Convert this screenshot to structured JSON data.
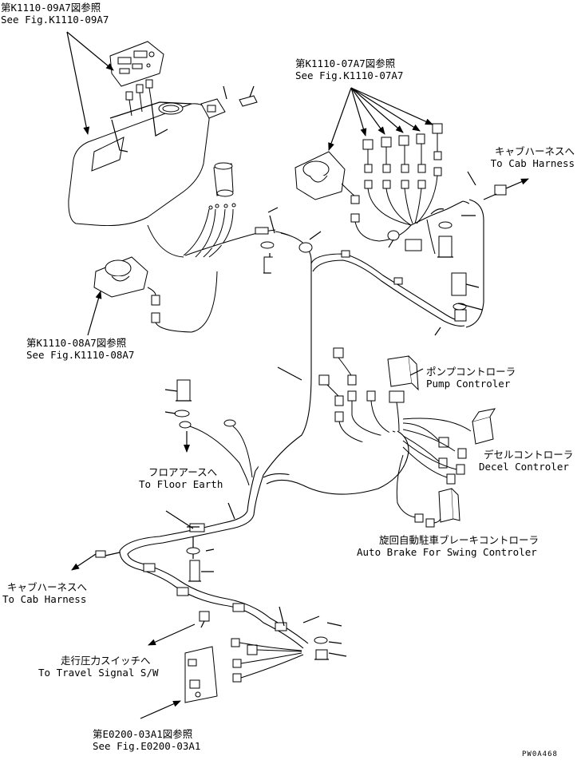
{
  "labels": {
    "fig_09a7_jp": "第K1110-09A7図参照",
    "fig_09a7_en": "See Fig.K1110-09A7",
    "fig_07a7_jp": "第K1110-07A7図参照",
    "fig_07a7_en": "See Fig.K1110-07A7",
    "cab_harness_top_jp": "キャブハーネスへ",
    "cab_harness_top_en": "To Cab Harness",
    "fig_08a7_jp": "第K1110-08A7図参照",
    "fig_08a7_en": "See Fig.K1110-08A7",
    "pump_jp": "ポンプコントローラ",
    "pump_en": "Pump Controler",
    "floor_jp": "フロアアースへ",
    "floor_en": "To Floor Earth",
    "decel_jp": "デセルコントローラ",
    "decel_en": "Decel Controler",
    "brake_jp": "旋回自動駐車ブレーキコントローラ",
    "brake_en": "Auto Brake For Swing Controler",
    "cab_harness_left_jp": "キャブハーネスへ",
    "cab_harness_left_en": "To Cab Harness",
    "travel_jp": "走行圧力スイッチへ",
    "travel_en": "To Travel Signal S/W",
    "fig_e0200_jp": "第E0200-03A1図参照",
    "fig_e0200_en": "See Fig.E0200-03A1",
    "drawing_code": "PW0A468"
  }
}
